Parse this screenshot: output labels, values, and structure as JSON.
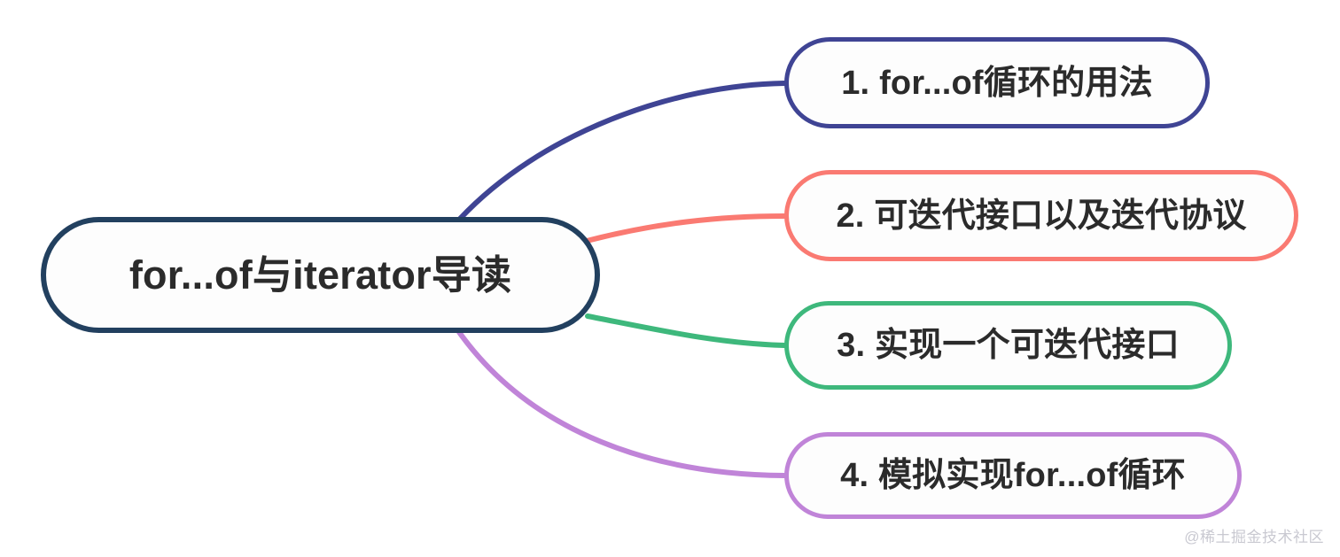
{
  "diagram": {
    "type": "mindmap",
    "background_color": "#ffffff",
    "root": {
      "label": "for...of与iterator导读",
      "border_color": "#22405f",
      "text_color": "#2b2b2b"
    },
    "branches": [
      {
        "index": "1",
        "label": "1. for...of循环的用法",
        "border_color": "#3f4494",
        "connector_color": "#3f4494"
      },
      {
        "index": "2",
        "label": "2. 可迭代接口以及迭代协议",
        "border_color": "#fa7a72",
        "connector_color": "#fa7a72"
      },
      {
        "index": "3",
        "label": "3. 实现一个可迭代接口",
        "border_color": "#3eb87c",
        "connector_color": "#3eb87c"
      },
      {
        "index": "4",
        "label": "4. 模拟实现for...of循环",
        "border_color": "#c084d8",
        "connector_color": "#c084d8"
      }
    ]
  },
  "watermark": {
    "text": "@稀土掘金技术社区",
    "color": "#c9c9d1"
  }
}
